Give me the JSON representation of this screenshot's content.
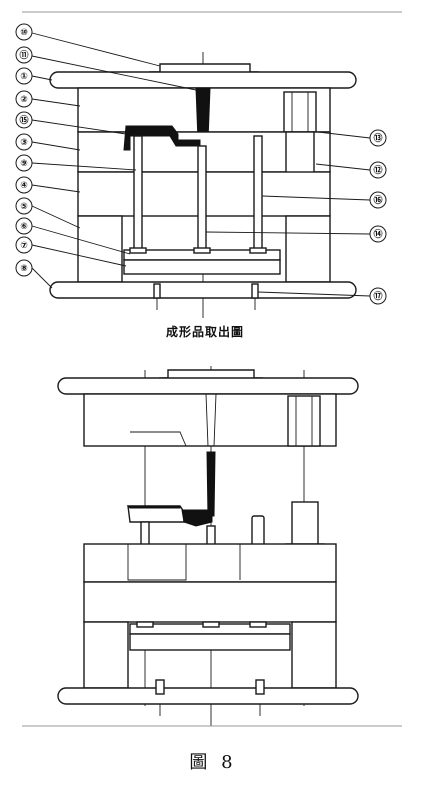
{
  "top_figure": {
    "caption": "成形品取出圖",
    "callouts": [
      {
        "id": "10",
        "label": "⑩"
      },
      {
        "id": "11",
        "label": "⑪"
      },
      {
        "id": "1",
        "label": "①"
      },
      {
        "id": "2",
        "label": "②"
      },
      {
        "id": "15",
        "label": "⑮"
      },
      {
        "id": "3",
        "label": "③"
      },
      {
        "id": "9",
        "label": "⑨"
      },
      {
        "id": "4",
        "label": "④"
      },
      {
        "id": "5",
        "label": "⑤"
      },
      {
        "id": "6",
        "label": "⑥"
      },
      {
        "id": "7",
        "label": "⑦"
      },
      {
        "id": "8",
        "label": "⑧"
      },
      {
        "id": "13",
        "label": "⑬"
      },
      {
        "id": "12",
        "label": "⑫"
      },
      {
        "id": "16",
        "label": "⑯"
      },
      {
        "id": "14",
        "label": "⑭"
      },
      {
        "id": "17",
        "label": "⑰"
      }
    ]
  },
  "figure_caption": "圖 8"
}
